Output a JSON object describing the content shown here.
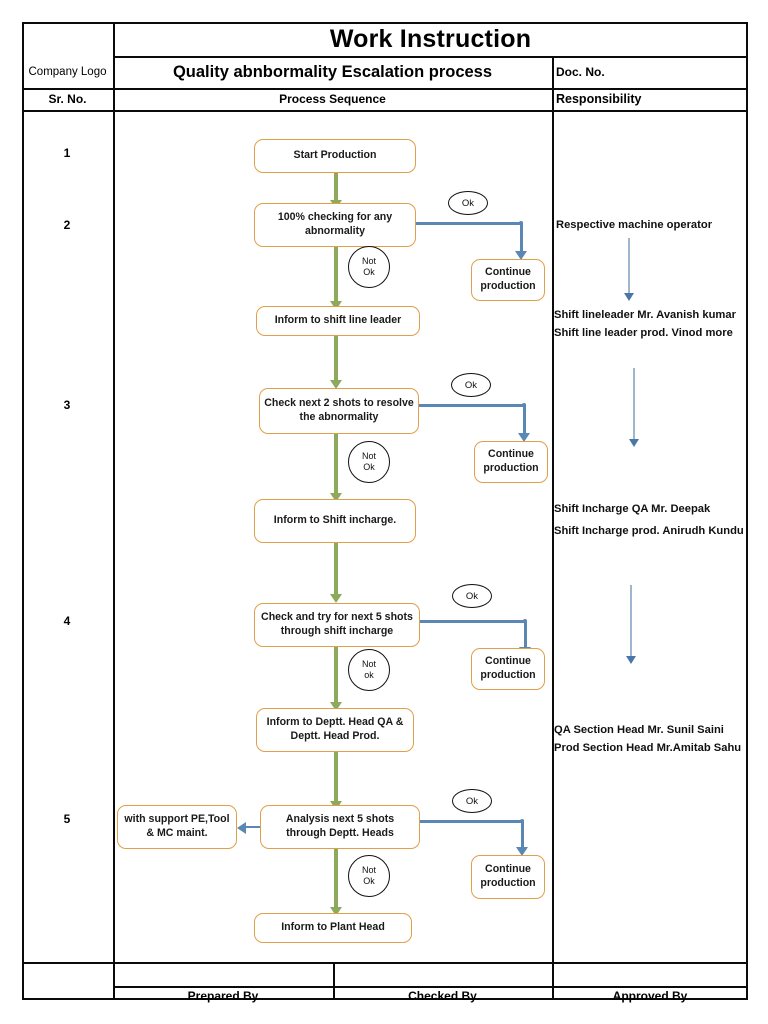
{
  "document": {
    "title": "Work Instruction",
    "subtitle": "Quality abnbormality Escalation process",
    "logo_label": "Company Logo",
    "doc_no_label": "Doc. No.",
    "col_srno": "Sr. No.",
    "col_process": "Process Sequence",
    "col_responsibility": "Responsibility"
  },
  "sr_numbers": [
    "1",
    "2",
    "3",
    "4",
    "5"
  ],
  "flow": {
    "boxes": [
      {
        "id": "start-production",
        "text": "Start Production"
      },
      {
        "id": "checking-abnormality",
        "text": "100% checking for any abnormality"
      },
      {
        "id": "continue-production-1",
        "text": "Continue production"
      },
      {
        "id": "inform-shift-line-leader",
        "text": "Inform to shift line leader"
      },
      {
        "id": "check-2-shots",
        "text": "Check next 2 shots to resolve the abnormality"
      },
      {
        "id": "continue-production-2",
        "text": "Continue production"
      },
      {
        "id": "inform-shift-incharge",
        "text": "Inform to Shift incharge."
      },
      {
        "id": "check-5-shots",
        "text": "Check and try for next 5 shots through shift incharge"
      },
      {
        "id": "continue-production-3",
        "text": "Continue production"
      },
      {
        "id": "inform-deptt-heads",
        "text": "Inform to  Deptt. Head QA & Deptt. Head  Prod."
      },
      {
        "id": "with-support",
        "text": "with support PE,Tool & MC maint."
      },
      {
        "id": "analysis-5-shots",
        "text": "Analysis next 5 shots through Deptt. Heads"
      },
      {
        "id": "continue-production-4",
        "text": "Continue production"
      },
      {
        "id": "inform-plant-head",
        "text": "Inform to Plant Head"
      }
    ],
    "ok_label": "Ok",
    "notok_line1": "Not",
    "notok_line2": "Ok",
    "notok_alt_line1": "Not",
    "notok_alt_line2": "ok"
  },
  "responsibility": [
    "Respective machine operator",
    "Shift lineleader Mr. Avanish kumar",
    "Shift line leader prod. Vinod more",
    "Shift Incharge QA Mr. Deepak",
    "Shift Incharge prod. Anirudh Kundu",
    "QA Section Head Mr. Sunil Saini",
    "Prod Section Head Mr.Amitab Sahu"
  ],
  "footer": {
    "prepared_by": "Prepared By",
    "checked_by": "Checked By",
    "approved_by": "Approved By"
  },
  "colors": {
    "box_border": "#E0A04A",
    "green_arrow": "#8CA95C",
    "blue_arrow": "#5B87B5",
    "resp_arrow": "#4A77A8",
    "frame": "#0a0a0a"
  }
}
